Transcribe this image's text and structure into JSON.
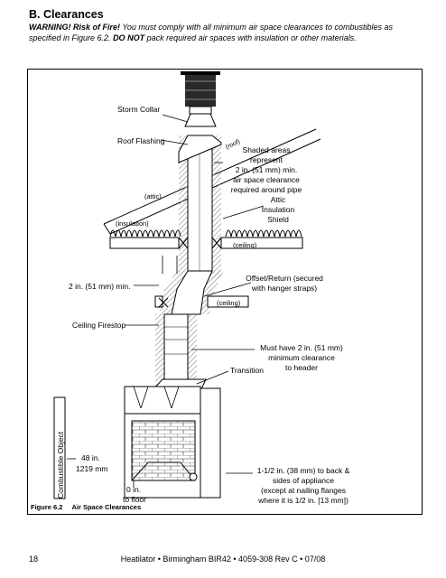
{
  "section": {
    "heading": "B. Clearances",
    "warning_label": "WARNING! Risk of Fire!",
    "warning_text_1": " You must comply with all minimum air space clearances to combustibles as specified in Figure 6.2. ",
    "warning_emphasis": "DO NOT",
    "warning_text_2": " pack required air spaces with insulation or other materials."
  },
  "figure": {
    "caption_number": "Figure 6.2",
    "caption_title": "Air Space Clearances",
    "labels": {
      "storm_collar": "Storm Collar",
      "roof_flashing": "Roof Flashing",
      "roof": "(roof)",
      "shaded_1": "Shaded areas",
      "shaded_2": "represent",
      "shaded_3": "2 in. (51 mm) min.",
      "shaded_4": "air space clearance",
      "shaded_5": "required around pipe",
      "attic": "(attic)",
      "attic_shield_1": "Attic",
      "attic_shield_2": "Insulation",
      "attic_shield_3": "Shield",
      "insulation": "(insulation)",
      "ceiling_upper": "(ceiling)",
      "min_2in": "2 in. (51 mm) min.",
      "offset_1": "Offset/Return (secured",
      "offset_2": "with hanger straps)",
      "ceiling_lower": "(ceiling)",
      "ceiling_firestop": "Ceiling Firestop",
      "header_1": "Must have 2 in. (51 mm)",
      "header_2": "minimum clearance",
      "header_3": "to header",
      "transition": "Transition",
      "combustible_object": "Combustible Object",
      "side_1": "48 in.",
      "side_2": "1219 mm",
      "floor_1": "0 in.",
      "floor_2": "to floor",
      "back_1": "1-1/2 in. (38 mm) to back &",
      "back_2": "sides of appliance",
      "back_3": "(except at nailing flanges",
      "back_4": "where it is 1/2 in. [13 mm])"
    }
  },
  "footer": {
    "page_number": "18",
    "doc_info": "Heatilator • Birmingham BIR42 • 4059-308 Rev C • 07/08"
  }
}
